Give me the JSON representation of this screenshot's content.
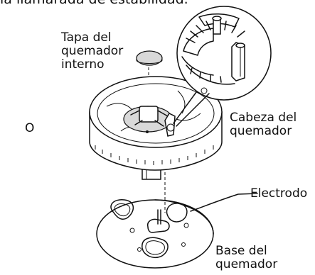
{
  "header": {
    "text": "la llamarada de estabilidad."
  },
  "labels": {
    "cap": [
      "Tapa del",
      "quemador",
      "interno"
    ],
    "option": "O",
    "head": [
      "Cabeza del",
      "quemador"
    ],
    "electrode": "Electrodo",
    "base": [
      "Base del",
      "quemador"
    ]
  }
}
